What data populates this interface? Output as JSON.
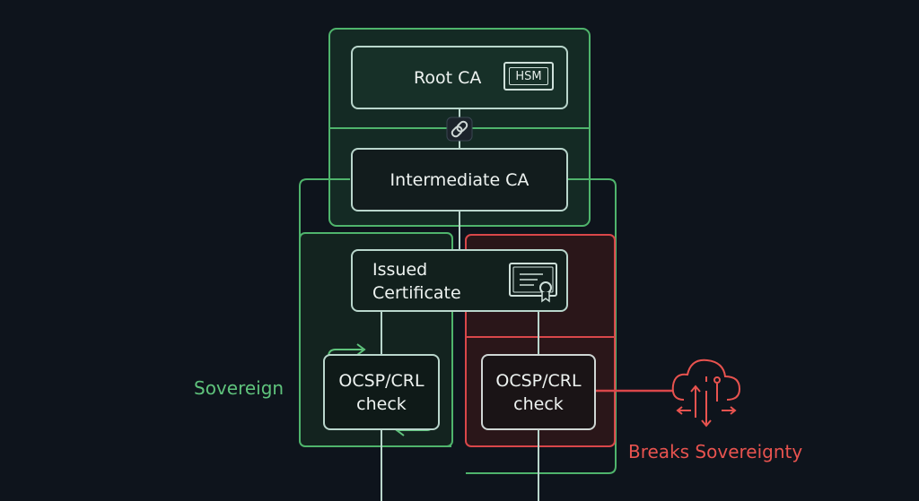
{
  "nodes": {
    "root_ca": "Root CA",
    "hsm_badge": "HSM",
    "intermediate_ca": "Intermediate CA",
    "issued_certificate_line1": "Issued",
    "issued_certificate_line2": "Certificate",
    "ocsp_left_line1": "OCSP/CRL",
    "ocsp_left_line2": "check",
    "ocsp_right_line1": "OCSP/CRL",
    "ocsp_right_line2": "check"
  },
  "labels": {
    "sovereign": "Sovereign",
    "breaks_sovereignty": "Breaks Sovereignty"
  },
  "icons": {
    "chain_link": "link-icon",
    "certificate": "certificate-icon",
    "cloud": "cloud-network-icon",
    "cycle_arrows": "refresh-arrows-icon"
  },
  "colors": {
    "background": "#0e141c",
    "sovereign_green": "#5fc37c",
    "breaks_red": "#e8534f",
    "node_border": "#b9d6cc"
  }
}
